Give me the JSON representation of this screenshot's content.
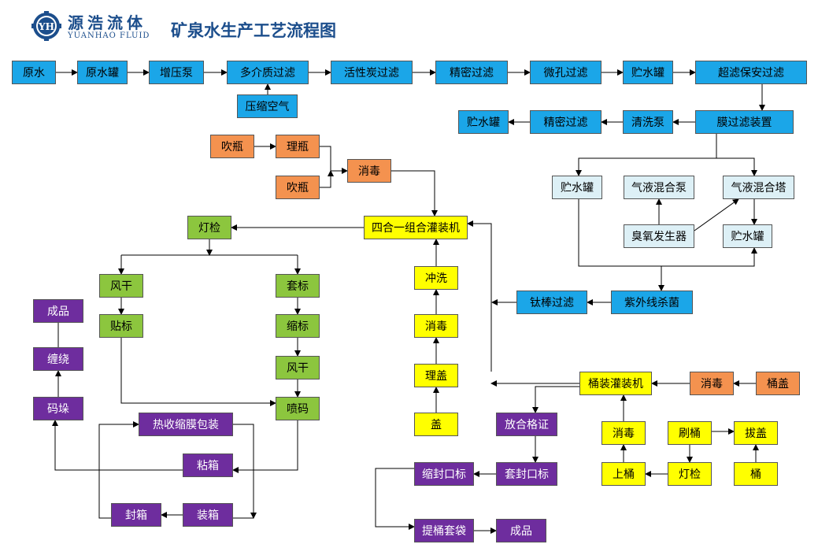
{
  "header": {
    "logo_cn": "源浩流体",
    "logo_en": "YUANHAO FLUID",
    "title": "矿泉水生产工艺流程图"
  },
  "colors": {
    "blue": "#1ba6e8",
    "light": "#ddf0f6",
    "orange": "#f4924f",
    "yellow": "#ffff00",
    "green": "#8cc63e",
    "purple": "#6e2d9e",
    "brand": "#1c4e8c"
  },
  "nodes": [
    {
      "id": "yuanshui",
      "label": "原水",
      "color": "blue"
    },
    {
      "id": "yuanshuiguan",
      "label": "原水罐",
      "color": "blue"
    },
    {
      "id": "zengyabeng",
      "label": "增压泵",
      "color": "blue"
    },
    {
      "id": "duojiezhi",
      "label": "多介质过滤",
      "color": "blue"
    },
    {
      "id": "huoxingtan",
      "label": "活性炭过滤",
      "color": "blue"
    },
    {
      "id": "jingmi1",
      "label": "精密过滤",
      "color": "blue"
    },
    {
      "id": "weikong",
      "label": "微孔过滤",
      "color": "blue"
    },
    {
      "id": "zhushuiguan1",
      "label": "贮水罐",
      "color": "blue"
    },
    {
      "id": "chaolv",
      "label": "超滤保安过滤",
      "color": "blue"
    },
    {
      "id": "yasuokongqi",
      "label": "压缩空气",
      "color": "blue"
    },
    {
      "id": "zhushuiguan2",
      "label": "贮水罐",
      "color": "blue"
    },
    {
      "id": "jingmi2",
      "label": "精密过滤",
      "color": "blue"
    },
    {
      "id": "qingxibeng",
      "label": "清洗泵",
      "color": "blue"
    },
    {
      "id": "moguolv",
      "label": "膜过滤装置",
      "color": "blue"
    },
    {
      "id": "zhushuiguan3",
      "label": "贮水罐",
      "color": "light"
    },
    {
      "id": "qiyebeng",
      "label": "气液混合泵",
      "color": "light"
    },
    {
      "id": "qiyeta",
      "label": "气液混合塔",
      "color": "light"
    },
    {
      "id": "chouyang",
      "label": "臭氧发生器",
      "color": "light"
    },
    {
      "id": "zhushuiguan4",
      "label": "贮水罐",
      "color": "light"
    },
    {
      "id": "ziwaixian",
      "label": "紫外线杀菌",
      "color": "blue"
    },
    {
      "id": "taibang",
      "label": "钛棒过滤",
      "color": "blue"
    },
    {
      "id": "chuiping1",
      "label": "吹瓶",
      "color": "orange"
    },
    {
      "id": "liping",
      "label": "理瓶",
      "color": "orange"
    },
    {
      "id": "chuiping2",
      "label": "吹瓶",
      "color": "orange"
    },
    {
      "id": "xiaodu1",
      "label": "消毒",
      "color": "orange"
    },
    {
      "id": "sihe1",
      "label": "四合一组合灌装机",
      "color": "yellow"
    },
    {
      "id": "chongxi",
      "label": "冲洗",
      "color": "yellow"
    },
    {
      "id": "xiaodu2",
      "label": "消毒",
      "color": "yellow"
    },
    {
      "id": "ligai",
      "label": "理盖",
      "color": "yellow"
    },
    {
      "id": "gai",
      "label": "盖",
      "color": "yellow"
    },
    {
      "id": "dengjian1",
      "label": "灯检",
      "color": "green"
    },
    {
      "id": "fenggan1",
      "label": "风干",
      "color": "green"
    },
    {
      "id": "tiebiao",
      "label": "贴标",
      "color": "green"
    },
    {
      "id": "taobiao",
      "label": "套标",
      "color": "green"
    },
    {
      "id": "suobiao",
      "label": "缩标",
      "color": "green"
    },
    {
      "id": "fenggan2",
      "label": "风干",
      "color": "green"
    },
    {
      "id": "penma",
      "label": "喷码",
      "color": "green"
    },
    {
      "id": "chengpin1",
      "label": "成品",
      "color": "purple"
    },
    {
      "id": "chanrao",
      "label": "缠绕",
      "color": "purple"
    },
    {
      "id": "maduo",
      "label": "码垛",
      "color": "purple"
    },
    {
      "id": "reshousuo",
      "label": "热收缩膜包装",
      "color": "purple"
    },
    {
      "id": "zhanxiang",
      "label": "粘箱",
      "color": "purple"
    },
    {
      "id": "fengxiang",
      "label": "封箱",
      "color": "purple"
    },
    {
      "id": "zhuangxiang",
      "label": "装箱",
      "color": "purple"
    },
    {
      "id": "tongzhuang",
      "label": "桶装灌装机",
      "color": "yellow"
    },
    {
      "id": "xiaodu3",
      "label": "消毒",
      "color": "orange"
    },
    {
      "id": "tonggai",
      "label": "桶盖",
      "color": "orange"
    },
    {
      "id": "fanghe",
      "label": "放合格证",
      "color": "purple"
    },
    {
      "id": "xiaodu4",
      "label": "消毒",
      "color": "yellow"
    },
    {
      "id": "shuatong",
      "label": "刷桶",
      "color": "yellow"
    },
    {
      "id": "bagai",
      "label": "拔盖",
      "color": "yellow"
    },
    {
      "id": "shangtong",
      "label": "上桶",
      "color": "yellow"
    },
    {
      "id": "dengjian2",
      "label": "灯检",
      "color": "yellow"
    },
    {
      "id": "tong",
      "label": "桶",
      "color": "yellow"
    },
    {
      "id": "suofeng",
      "label": "缩封口标",
      "color": "purple"
    },
    {
      "id": "taofeng",
      "label": "套封口标",
      "color": "purple"
    },
    {
      "id": "titong",
      "label": "提桶套袋",
      "color": "purple"
    },
    {
      "id": "chengpin2",
      "label": "成品",
      "color": "purple"
    }
  ]
}
